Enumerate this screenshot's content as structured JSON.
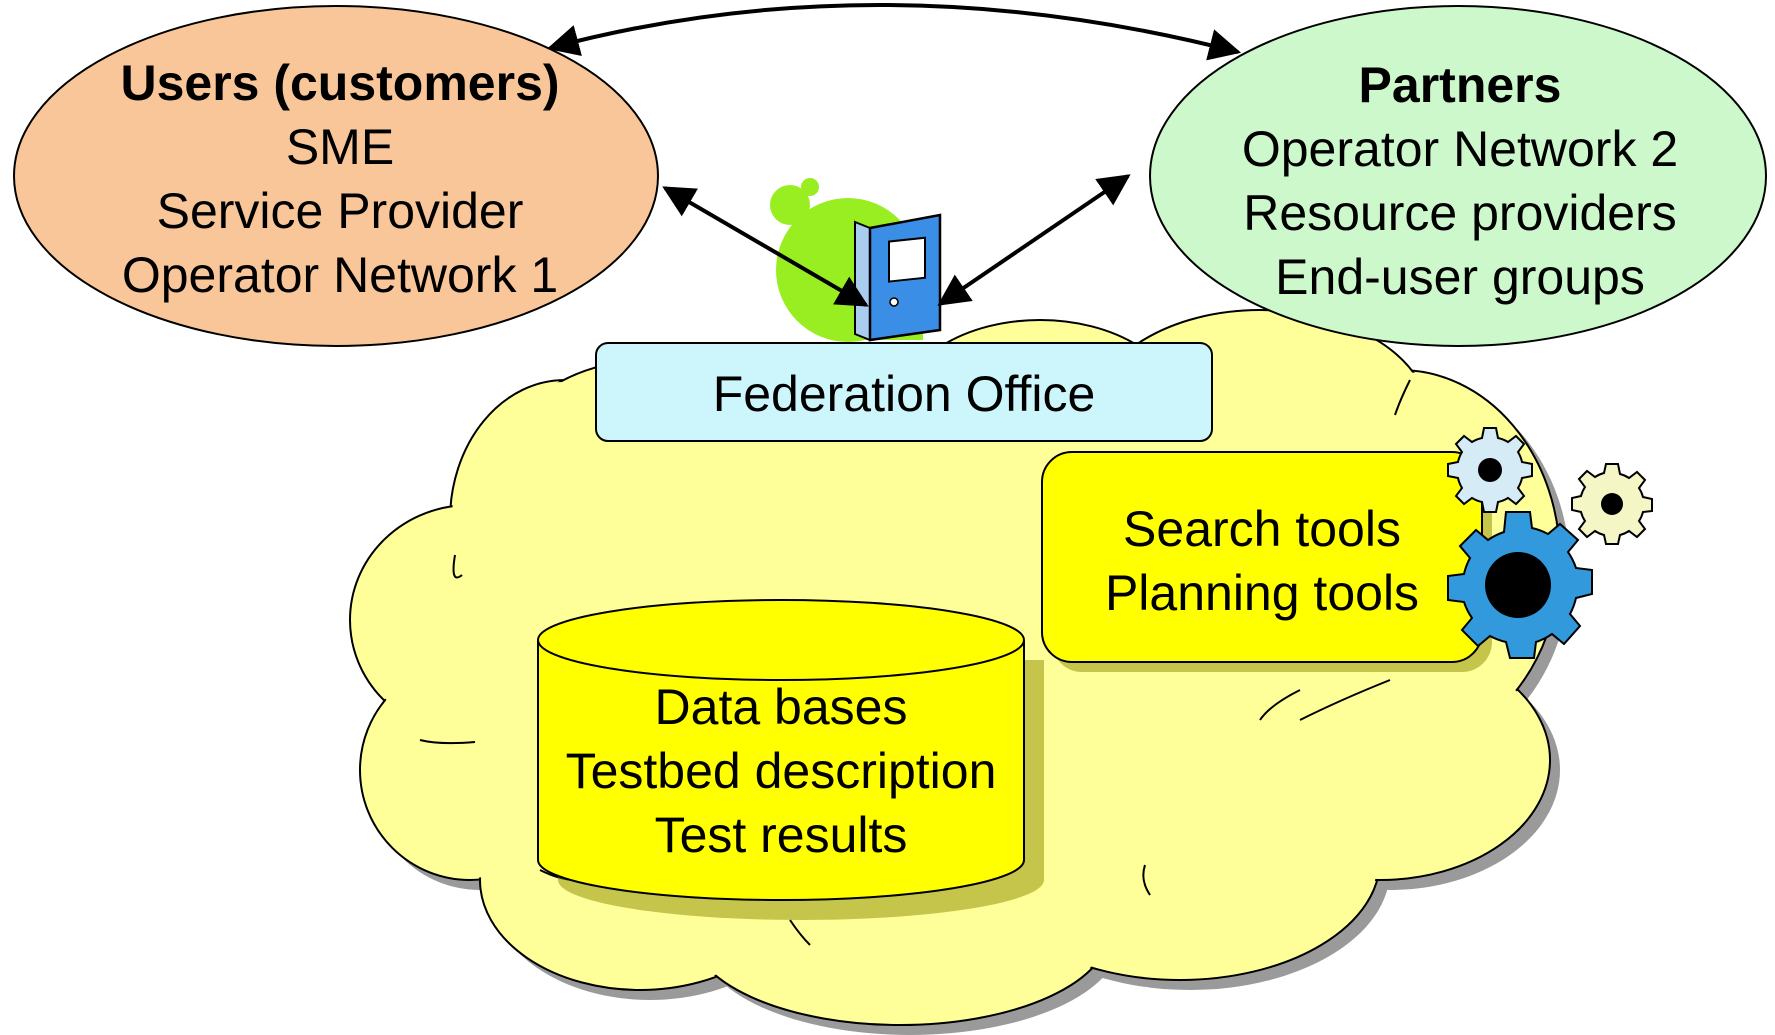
{
  "users": {
    "title": "Users (customers)",
    "lines": [
      "SME",
      "Service Provider",
      "Operator Network 1"
    ],
    "fill": "#f9c69a"
  },
  "partners": {
    "title": "Partners",
    "lines": [
      "Operator Network 2",
      "Resource providers",
      "End-user groups"
    ],
    "fill": "#ccf8cc"
  },
  "federation_office": {
    "label": "Federation Office",
    "fill": "#ccf6fb"
  },
  "tools": {
    "lines": [
      "Search tools",
      "Planning tools"
    ],
    "fill": "#ffff00"
  },
  "database": {
    "lines": [
      "Data bases",
      "Testbed description",
      "Test results"
    ],
    "fill": "#ffff00"
  },
  "cloud": {
    "fill": "#ffff99"
  },
  "icons": [
    "door-icon",
    "gear-icon"
  ]
}
